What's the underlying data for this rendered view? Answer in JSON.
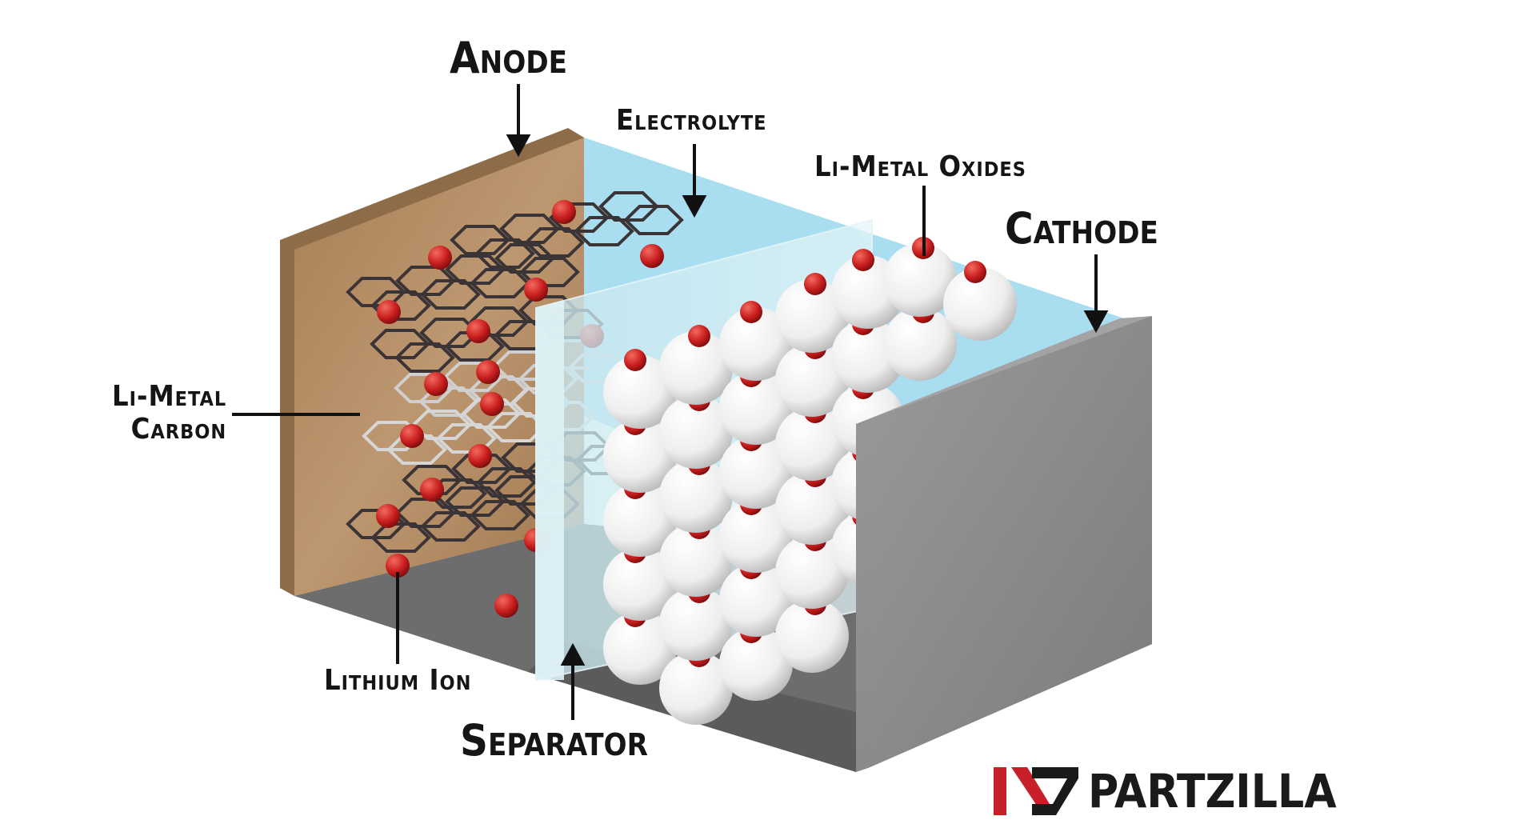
{
  "labels": {
    "anode": "Anode",
    "electrolyte": "Electrolyte",
    "li_metal_oxides": "Li-Metal Oxides",
    "cathode": "Cathode",
    "li_metal_carbon_line1": "Li-Metal",
    "li_metal_carbon_line2": "Carbon",
    "lithium_ion": "Lithium Ion",
    "separator": "Separator"
  },
  "brand": {
    "name": "PARTZILLA"
  },
  "colors": {
    "anode": "#b38a62",
    "electrolyte": "#a8def0",
    "cathode": "#8a8a8a",
    "floor": "#6e6e6e",
    "lithium_ion": "#c81e1e",
    "oxide_sphere": "#f2f2f2",
    "separator": "#cfe9ef",
    "brand_red": "#c8202a"
  }
}
